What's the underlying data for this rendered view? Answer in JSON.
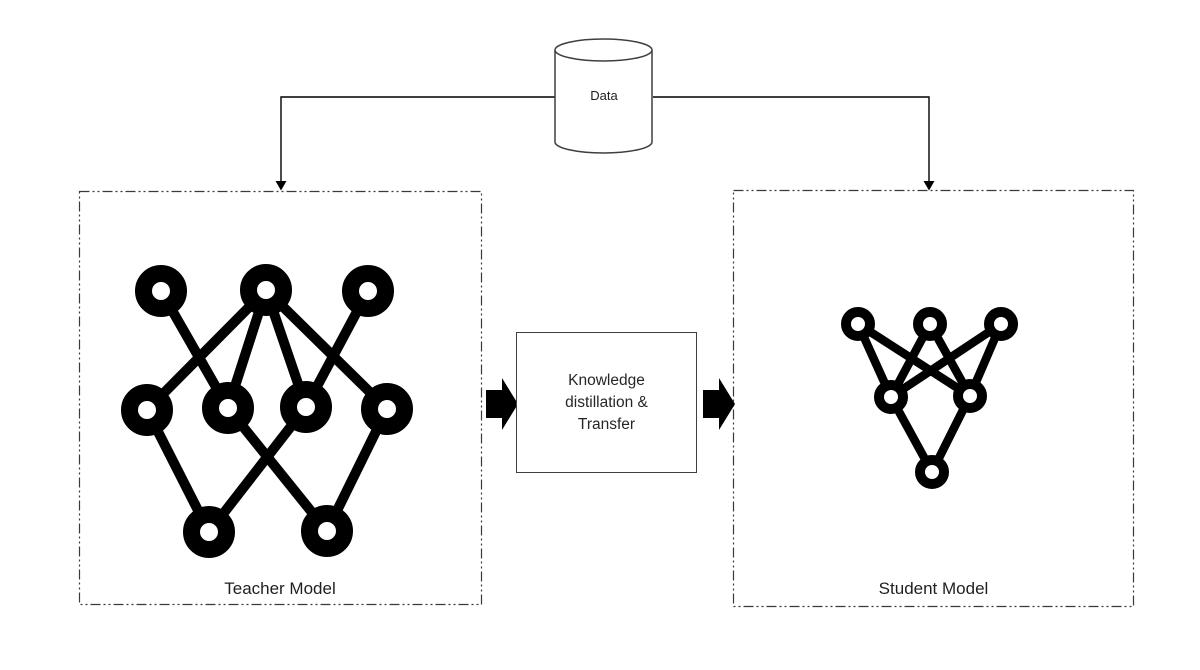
{
  "data_store": {
    "label": "Data"
  },
  "process_box": {
    "lines": [
      "Knowledge",
      "distillation &",
      "Transfer"
    ]
  },
  "teacher_box": {
    "label": "Teacher Model",
    "network_layers": [
      3,
      4,
      2
    ]
  },
  "student_box": {
    "label": "Student Model",
    "network_layers": [
      3,
      2,
      1
    ]
  },
  "colors": {
    "ink": "#000000",
    "background": "#ffffff",
    "box_border": "#3f3f3f"
  }
}
